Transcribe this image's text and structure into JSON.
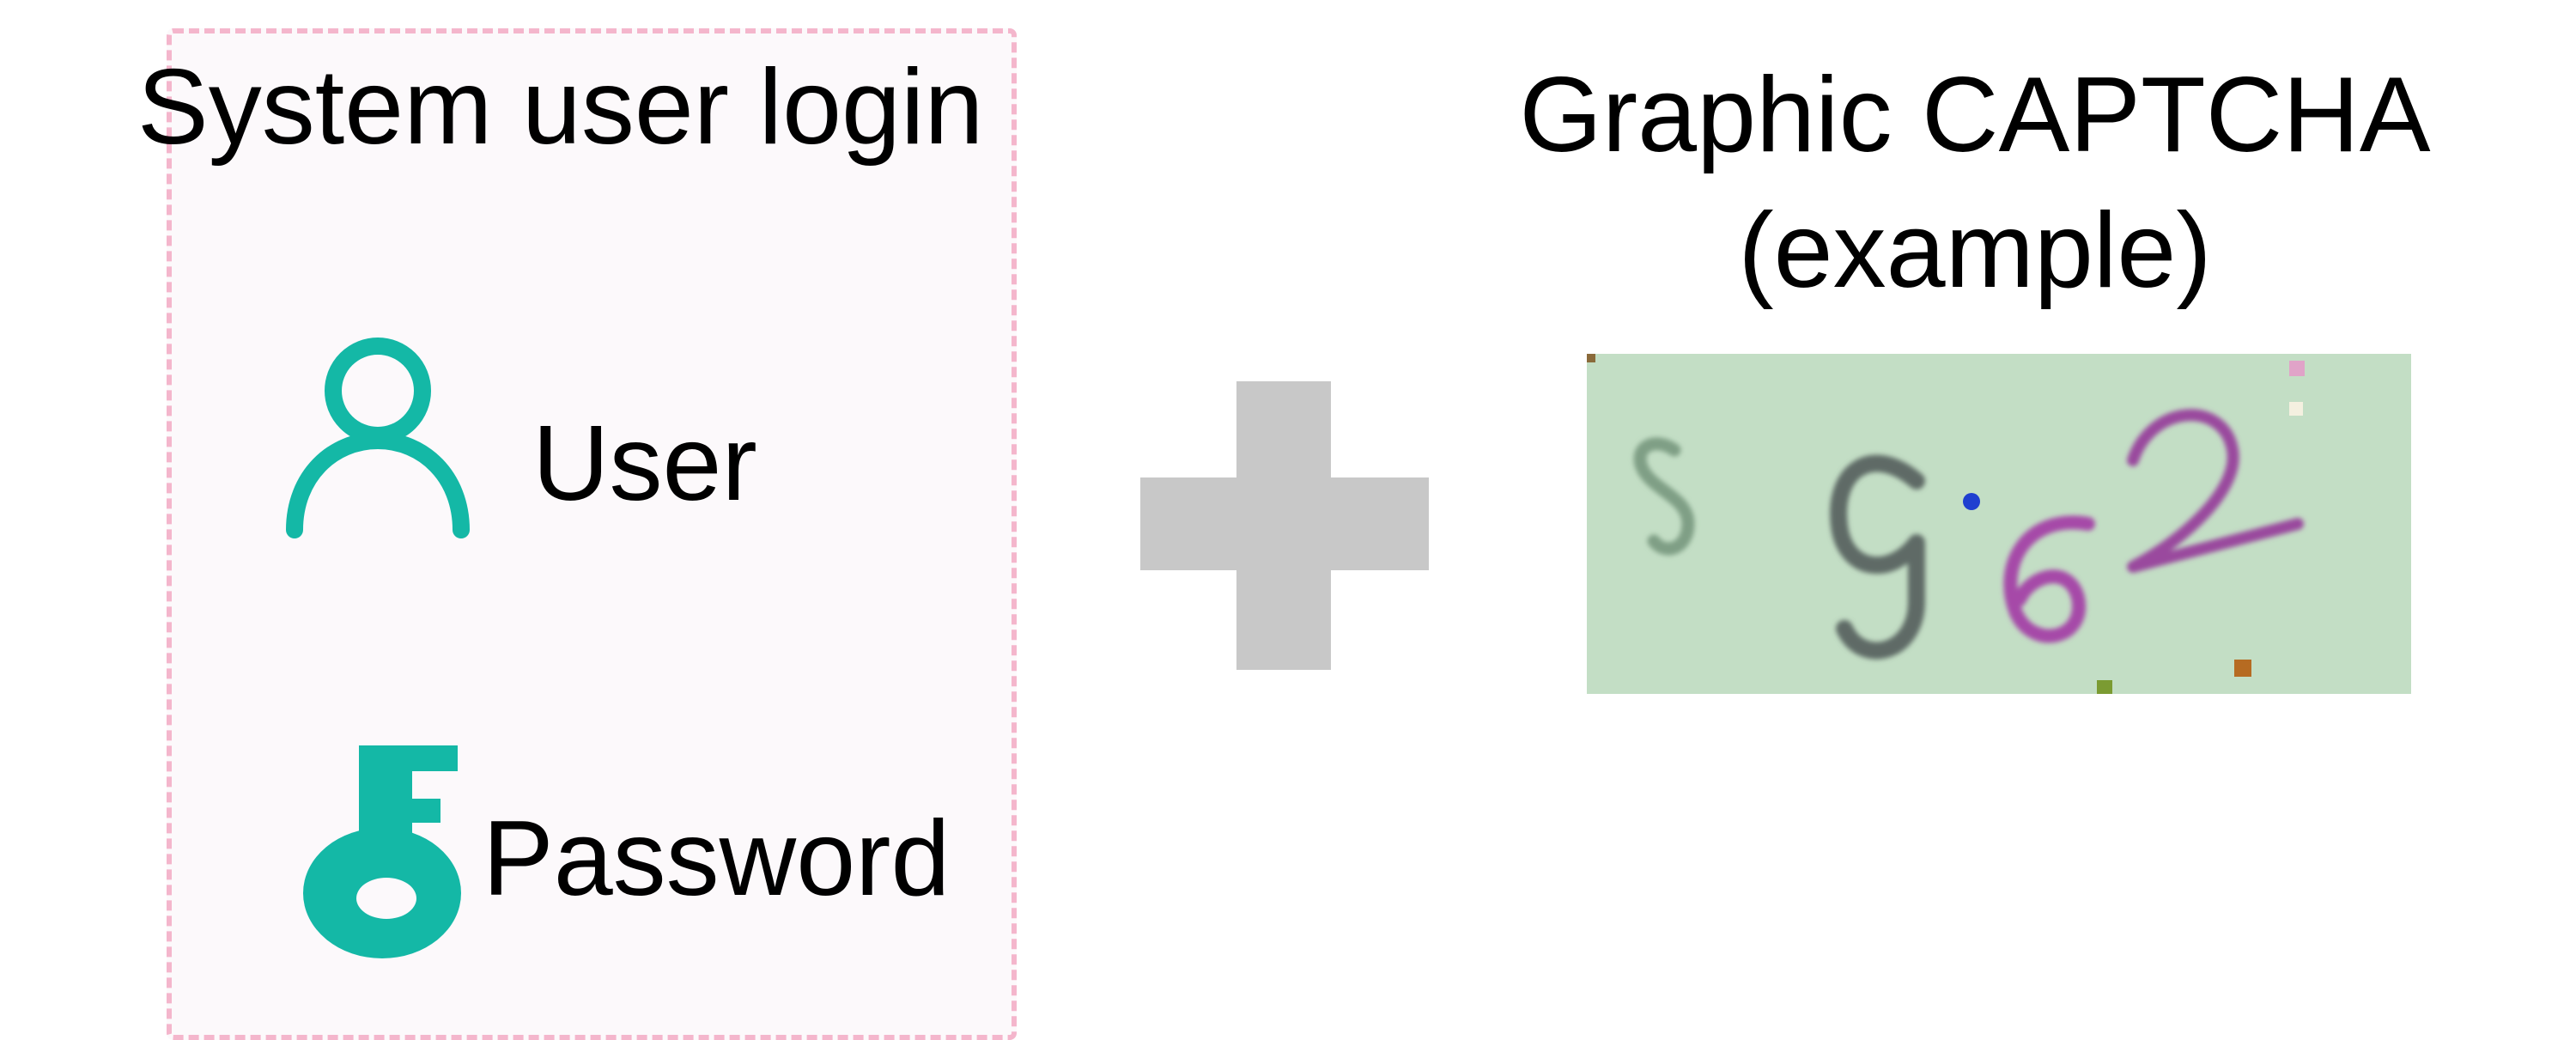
{
  "login": {
    "title": "System user login",
    "user_label": "User",
    "password_label": "Password",
    "user_icon": "user-icon",
    "password_icon": "key-icon",
    "icon_color": "#14b8a6",
    "panel_border_color": "#f4b6cc",
    "panel_background": "#fcf9fb"
  },
  "operator": {
    "icon": "plus-icon",
    "color": "#c8c8c8"
  },
  "captcha": {
    "title_line1": "Graphic CAPTCHA",
    "title_line2": "(example)",
    "background_color": "#c3dec5",
    "sample_glyphs": [
      "s",
      "g",
      "6",
      "2"
    ]
  }
}
